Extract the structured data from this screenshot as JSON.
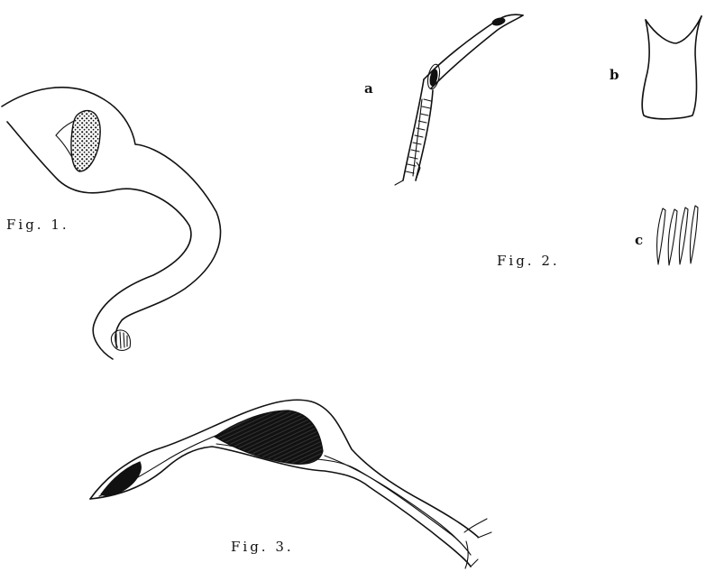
{
  "figures": {
    "fig1": {
      "label": "Fig. 1."
    },
    "fig2": {
      "label": "Fig. 2.",
      "panel_a": "a",
      "panel_b": "b",
      "panel_c": "c"
    },
    "fig3": {
      "label": "Fig. 3."
    }
  }
}
